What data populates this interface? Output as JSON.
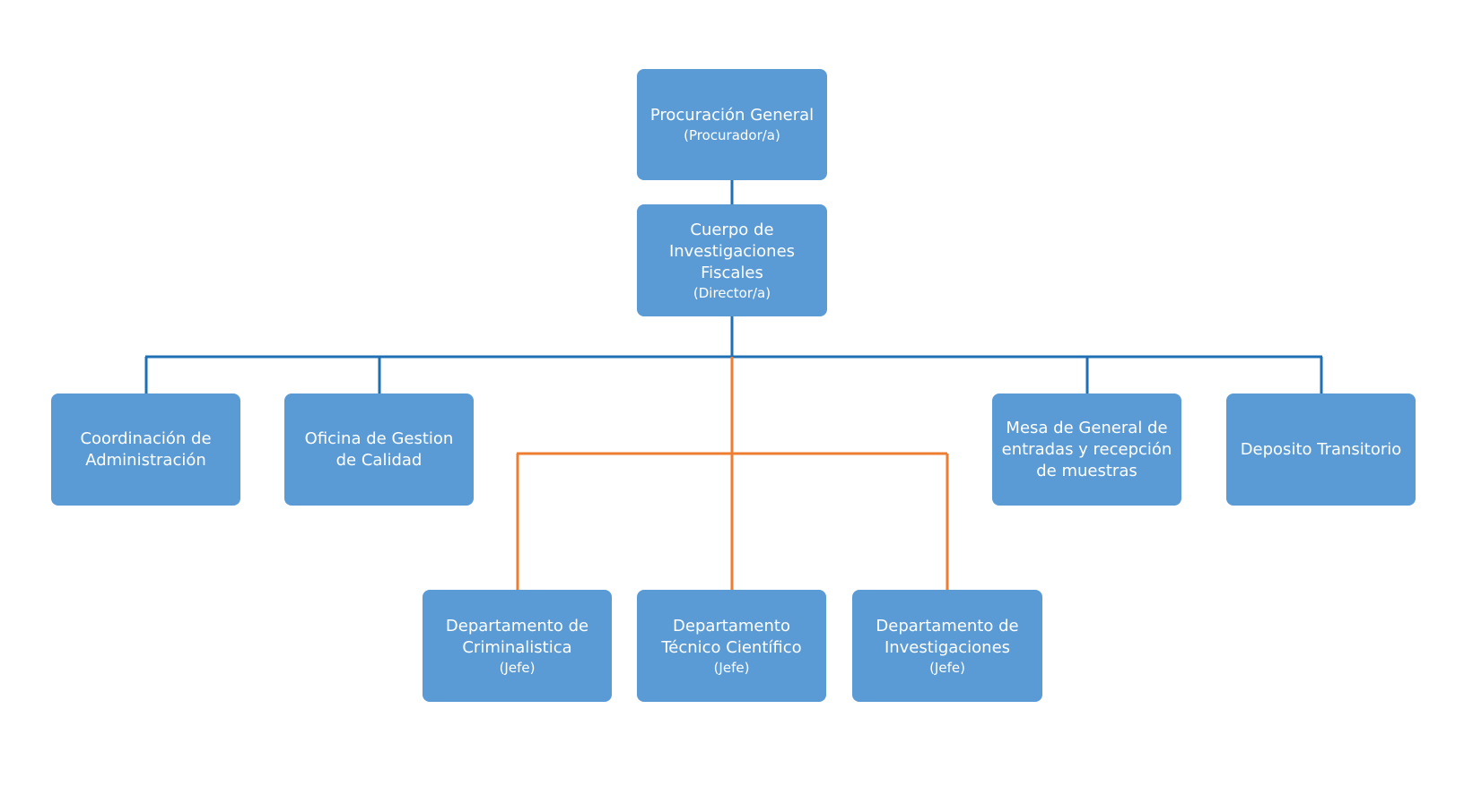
{
  "colors": {
    "box_fill": "#5b9bd5",
    "box_text": "#ffffff",
    "primary_connector": "#1f6fb5",
    "secondary_connector": "#ed7d31"
  },
  "nodes": {
    "procuracion": {
      "title": "Procuración General",
      "role": "(Procurador/a)"
    },
    "cuerpo": {
      "title": "Cuerpo de\nInvestigaciones\nFiscales",
      "role": "(Director/a)"
    },
    "coordinacion": {
      "title": "Coordinación de\nAdministración",
      "role": ""
    },
    "oficina": {
      "title": "Oficina de Gestion\nde Calidad",
      "role": ""
    },
    "mesa": {
      "title": "Mesa de General de\nentradas y recepción\nde muestras",
      "role": ""
    },
    "deposito": {
      "title": "Deposito Transitorio",
      "role": ""
    },
    "criminalistica": {
      "title": "Departamento de\nCriminalistica",
      "role": "(Jefe)"
    },
    "tecnico": {
      "title": "Departamento\nTécnico Científico",
      "role": "(Jefe)"
    },
    "investigaciones": {
      "title": "Departamento de\nInvestigaciones",
      "role": "(Jefe)"
    }
  }
}
